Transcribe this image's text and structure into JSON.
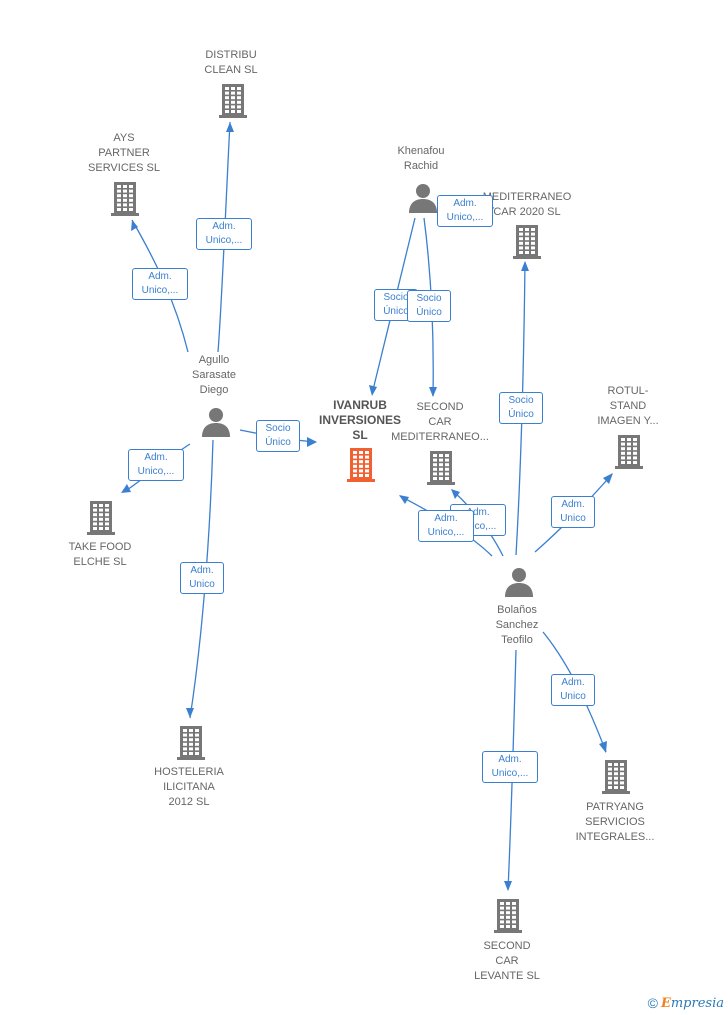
{
  "nodes": {
    "distribu": {
      "label": "DISTRIBU\nCLEAN SL",
      "type": "company"
    },
    "ays": {
      "label": "AYS\nPARTNER\nSERVICES SL",
      "type": "company"
    },
    "khenafou": {
      "label": "Khenafou\nRachid",
      "type": "person"
    },
    "mediterraneo2020": {
      "label": "MEDITERRANEO\nCAR 2020 SL",
      "type": "company"
    },
    "agullo": {
      "label": "Agullo\nSarasate\nDiego",
      "type": "person"
    },
    "ivanrub": {
      "label": "IVANRUB\nINVERSIONES\nSL",
      "type": "company-focus"
    },
    "second_med": {
      "label": "SECOND\nCAR\nMEDITERRANEO...",
      "type": "company"
    },
    "rotul": {
      "label": "ROTUL-\nSTAND\nIMAGEN Y...",
      "type": "company"
    },
    "takefood": {
      "label": "TAKE FOOD\nELCHE SL",
      "type": "company"
    },
    "bolanos": {
      "label": "Bolaños\nSanchez\nTeofilo",
      "type": "person"
    },
    "hosteleria": {
      "label": "HOSTELERIA\nILICITANA\n2012 SL",
      "type": "company"
    },
    "patryang": {
      "label": "PATRYANG\nSERVICIOS\nINTEGRALES...",
      "type": "company"
    },
    "second_lev": {
      "label": "SECOND\nCAR\nLEVANTE SL",
      "type": "company"
    }
  },
  "edge_labels": {
    "agullo_distribu": "Adm.\nUnico,...",
    "agullo_ays": "Adm.\nUnico,...",
    "agullo_ivanrub": "Socio\nÚnico",
    "agullo_takefood": "Adm.\nUnico,...",
    "agullo_hosteleria": "Adm.\nUnico",
    "khenafou_med2020": "Adm.\nUnico,...",
    "khenafou_ivanrub": "Socio\nÚnico",
    "khenafou_secondmed": "Socio\nÚnico",
    "bolanos_med2020": "Socio\nÚnico",
    "bolanos_rotul": "Adm.\nUnico",
    "bolanos_secondmed": "Adm.\nUnico,...",
    "bolanos_ivanrub": "Adm.\nUnico,...",
    "bolanos_patryang": "Adm.\nUnico",
    "bolanos_secondlev": "Adm.\nUnico,..."
  },
  "colors": {
    "edge": "#3a7fd0",
    "node_icon": "#777777",
    "focus_icon": "#f06030"
  },
  "icons": {
    "company": "building-icon",
    "person": "person-icon"
  },
  "watermark": {
    "copyright": "©",
    "brand_initial": "E",
    "brand_rest": "mpresia"
  }
}
